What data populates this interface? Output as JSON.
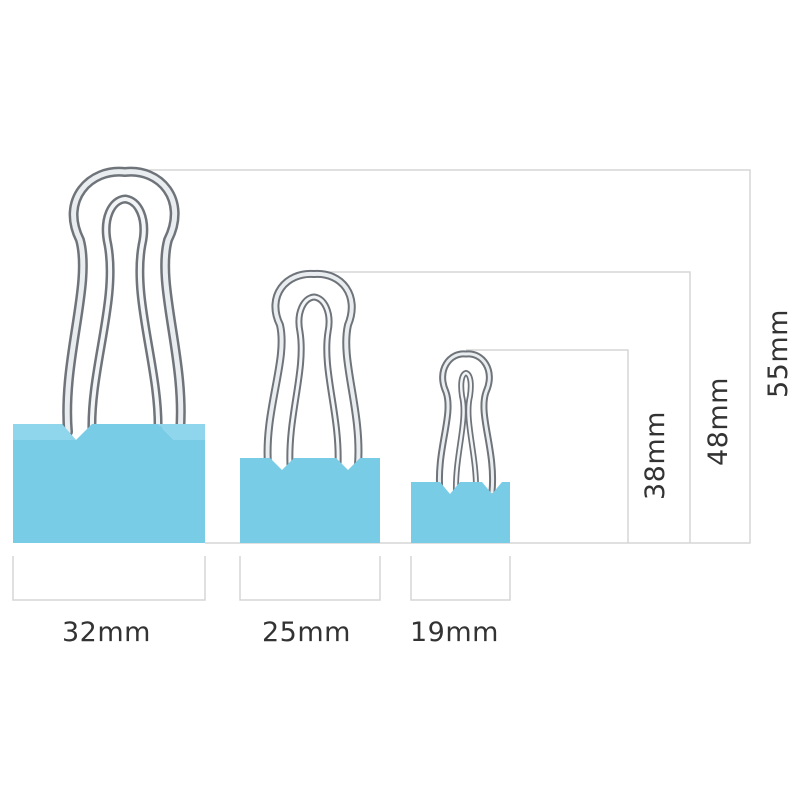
{
  "colors": {
    "clip_body": "#79CCE6",
    "clip_body_dark": "#5FBAD6",
    "wire": "#C9CED3",
    "wire_shadow": "#6E747A",
    "guide_line": "#D6D6D6"
  },
  "clips": [
    {
      "name": "large",
      "width_label": "32mm",
      "height_label": "55mm"
    },
    {
      "name": "medium",
      "width_label": "25mm",
      "height_label": "48mm"
    },
    {
      "name": "small",
      "width_label": "19mm",
      "height_label": "38mm"
    }
  ]
}
